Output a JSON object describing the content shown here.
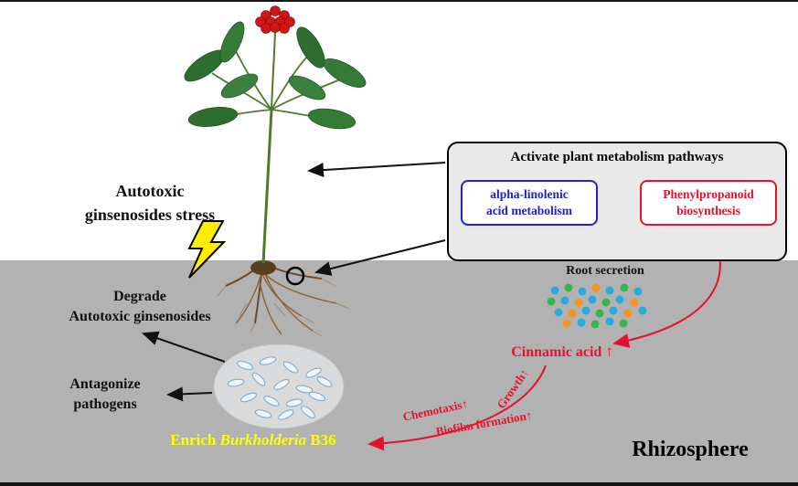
{
  "figure": {
    "stress_label": {
      "line1": "Autotoxic",
      "line2": "ginsenosides stress"
    },
    "pathway_box": {
      "title": "Activate plant metabolism pathways",
      "blue_box": {
        "line1": "alpha-linolenic",
        "line2": "acid metabolism"
      },
      "red_box": {
        "line1": "Phenylpropanoid",
        "line2": "biosynthesis"
      }
    },
    "root_secretion_label": "Root secretion",
    "cinnamic_acid": {
      "label": "Cinnamic acid",
      "up_arrow": "↑"
    },
    "degrade_label": {
      "line1": "Degrade",
      "line2": "Autotoxic ginsenosides"
    },
    "antagonize_label": {
      "line1": "Antagonize",
      "line2": "pathogens"
    },
    "enrich_label": {
      "prefix": "Enrich ",
      "species": "Burkholderia",
      "suffix": " B36"
    },
    "arrow_labels": {
      "chemotaxis": {
        "label": "Chemotaxis",
        "up_arrow": "↑"
      },
      "growth": {
        "label": "Growth",
        "up_arrow": "↑"
      },
      "biofilm": {
        "label": "Biofilm formation",
        "up_arrow": "↑"
      }
    },
    "rhizosphere_label": "Rhizosphere",
    "colors": {
      "soil_gray": "#b2b2b2",
      "pathway_box_fill": "#e9e9e9",
      "pathway_blue": "#2020d0",
      "pathway_red": "#e8112d",
      "enrich_yellow": "#ffff00",
      "lightning_yellow": "#ffee00",
      "secretion_dot_blue": "#29abe2",
      "secretion_dot_orange": "#f7941d",
      "secretion_dot_green": "#39b54a"
    }
  }
}
